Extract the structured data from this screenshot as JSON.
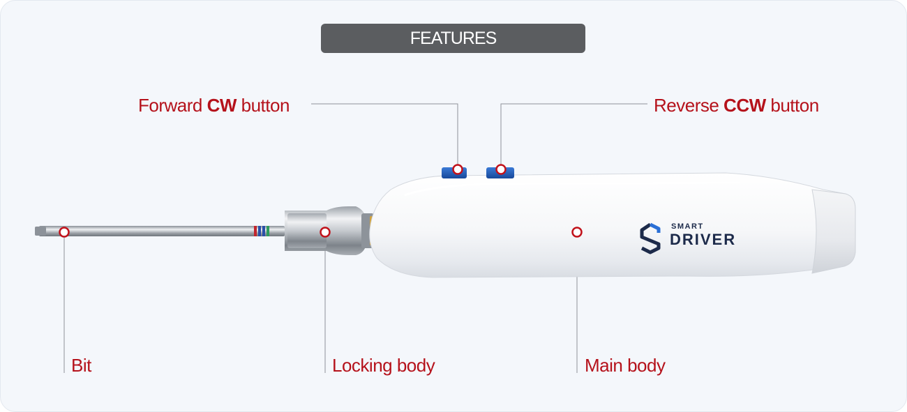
{
  "title": "FEATURES",
  "callouts": {
    "cw": {
      "pre": "Forward ",
      "bold": "CW",
      "post": " button"
    },
    "ccw": {
      "pre": "Reverse ",
      "bold": "CCW",
      "post": " button"
    },
    "bit": "Bit",
    "locking_body": "Locking body",
    "main_body": "Main body"
  },
  "logo": {
    "small": "SMART",
    "big": "DRIVER"
  },
  "colors": {
    "accent": "#b5121b",
    "button_blue": "#1f5fb8",
    "title_bg": "#5b5d60",
    "logo_navy": "#1c2a4a"
  }
}
